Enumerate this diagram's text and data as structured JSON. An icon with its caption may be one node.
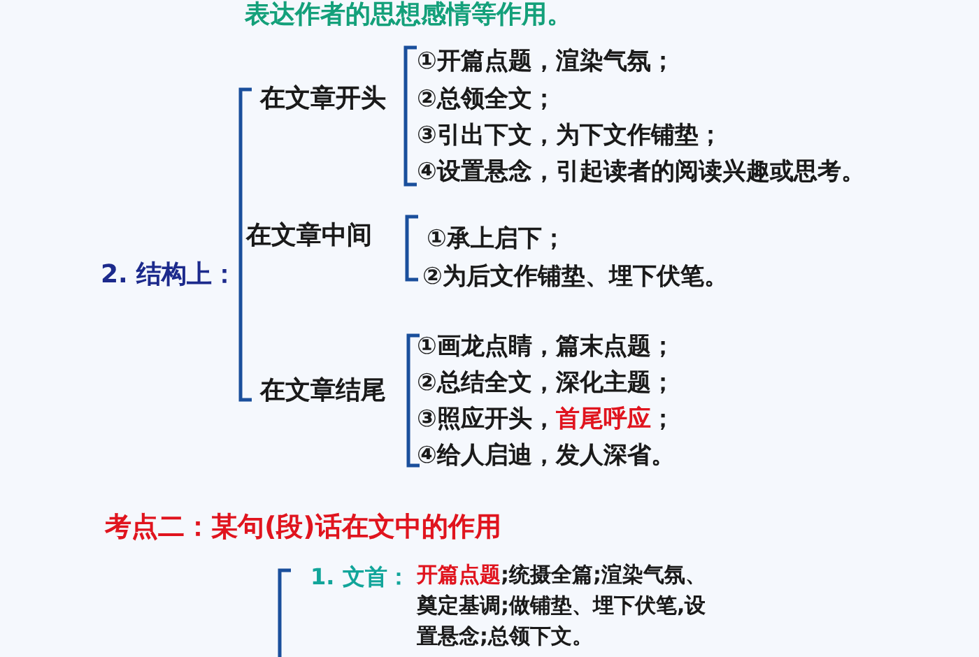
{
  "diagram": {
    "labels": [
      "表达作者的思想感情等作用。",
      "2. 结构上：",
      "在文章开头",
      "①开篇点题，渲染气氛；",
      "②总领全文；",
      "③引出下文，为下文作铺垫；",
      "④设置悬念，引起读者的阅读兴趣或思考。",
      "在文章中间",
      "①承上启下；",
      "②为后文作铺垫、埋下伏笔。",
      "在文章结尾",
      "①画龙点睛，篇末点题；",
      "②总结全文，深化主题；",
      "③照应开头，*首尾呼应*；",
      "④给人启迪，发人深省。",
      "考点二：某句(段)话在文中的作用",
      "1. 文首：",
      "*开篇点题*;统摄全篇;渲染气氛、奠定基调;做铺垫、埋下伏笔,设置悬念;总领下文。"
    ]
  }
}
